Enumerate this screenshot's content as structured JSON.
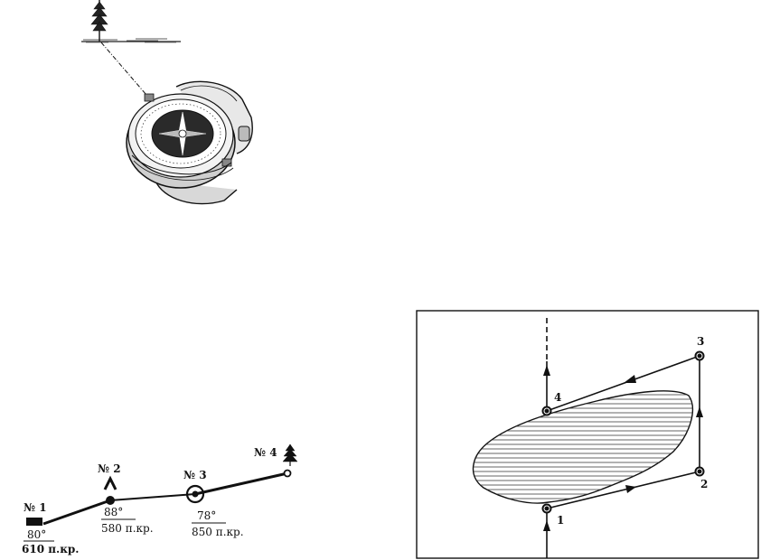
{
  "route": {
    "points": [
      {
        "number": "№ 1",
        "azimuth": "80°",
        "distance": "610 п.кр."
      },
      {
        "number": "№ 2",
        "azimuth": "88°",
        "distance": "580 п.кр."
      },
      {
        "number": "№ 3",
        "azimuth": "78°",
        "distance": "850 п.кр."
      },
      {
        "number": "№ 4"
      }
    ]
  },
  "detour": {
    "points": [
      "1",
      "2",
      "3",
      "4"
    ]
  }
}
